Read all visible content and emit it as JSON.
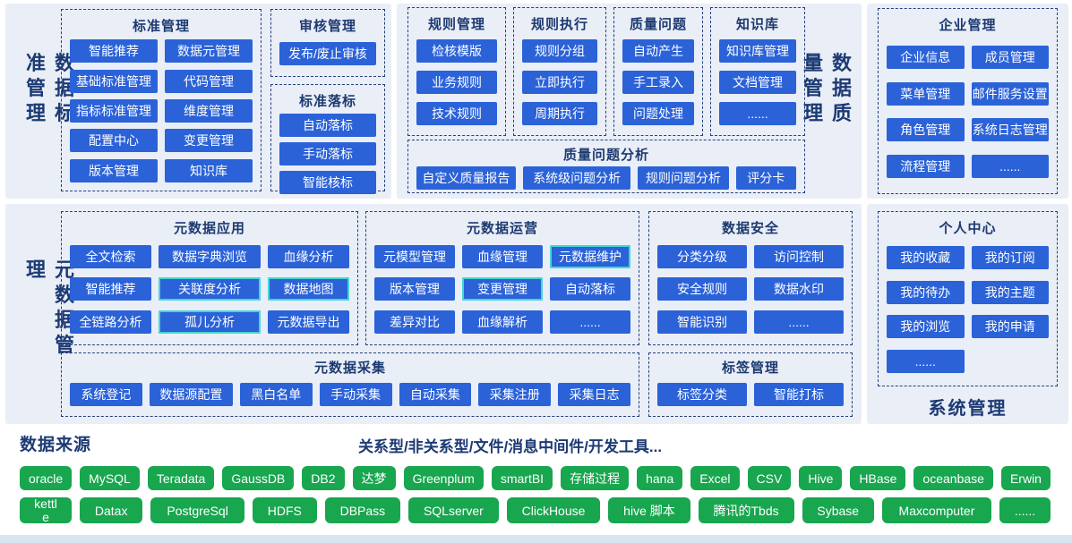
{
  "colors": {
    "module_blue": "#2b62d8",
    "highlight_cyan": "#43d8d2",
    "source_green": "#18a64f",
    "navy_text": "#1d3a70",
    "panel_bg": "#e9eef7",
    "bottom_strip": "#d9e4f1"
  },
  "labels": {
    "data_standard": "数据标准管理",
    "data_quality": "数据质量管理",
    "metadata": "元数据管理",
    "system_mgmt": "系统管理"
  },
  "top": {
    "standard": {
      "title": "标准管理",
      "items": [
        "智能推荐",
        "数据元管理",
        "基础标准管理",
        "代码管理",
        "指标标准管理",
        "维度管理",
        "配置中心",
        "变更管理",
        "版本管理",
        "知识库"
      ]
    },
    "audit": {
      "title": "审核管理",
      "items": [
        "发布/废止审核"
      ]
    },
    "landing": {
      "title": "标准落标",
      "items": [
        "自动落标",
        "手动落标",
        "智能核标"
      ]
    },
    "rule_mgmt": {
      "title": "规则管理",
      "items": [
        "检核模版",
        "业务规则",
        "技术规则"
      ]
    },
    "rule_exec": {
      "title": "规则执行",
      "items": [
        "规则分组",
        "立即执行",
        "周期执行"
      ]
    },
    "issue": {
      "title": "质量问题",
      "items": [
        "自动产生",
        "手工录入",
        "问题处理"
      ]
    },
    "kb": {
      "title": "知识库",
      "items": [
        "知识库管理",
        "文档管理",
        "......"
      ]
    },
    "analysis": {
      "title": "质量问题分析",
      "items": [
        "自定义质量报告",
        "系统级问题分析",
        "规则问题分析",
        "评分卡"
      ]
    },
    "enterprise": {
      "title": "企业管理",
      "items": [
        "企业信息",
        "成员管理",
        "菜单管理",
        "邮件服务设置",
        "角色管理",
        "系统日志管理",
        "流程管理",
        "......"
      ]
    }
  },
  "middle": {
    "app": {
      "title": "元数据应用",
      "items": [
        "全文检索",
        "数据字典浏览",
        "血缘分析",
        "智能推荐",
        "关联度分析",
        "数据地图",
        "全链路分析",
        "孤儿分析",
        "元数据导出"
      ]
    },
    "ops": {
      "title": "元数据运营",
      "items": [
        "元模型管理",
        "血缘管理",
        "元数据维护",
        "版本管理",
        "变更管理",
        "自动落标",
        "差异对比",
        "血缘解析",
        "......"
      ]
    },
    "security": {
      "title": "数据安全",
      "items": [
        "分类分级",
        "访问控制",
        "安全规则",
        "数据水印",
        "智能识别",
        "......"
      ]
    },
    "collect": {
      "title": "元数据采集",
      "items": [
        "系统登记",
        "数据源配置",
        "黑白名单",
        "手动采集",
        "自动采集",
        "采集注册",
        "采集日志"
      ]
    },
    "tags": {
      "title": "标签管理",
      "items": [
        "标签分类",
        "智能打标"
      ]
    },
    "personal": {
      "title": "个人中心",
      "items": [
        "我的收藏",
        "我的订阅",
        "我的待办",
        "我的主题",
        "我的浏览",
        "我的申请",
        "......"
      ]
    }
  },
  "bottom": {
    "title": "数据来源",
    "subtitle": "关系型/非关系型/文件/消息中间件/开发工具...",
    "row1": [
      "oracle",
      "MySQL",
      "Teradata",
      "GaussDB",
      "DB2",
      "达梦",
      "Greenplum",
      "smartBI",
      "存储过程",
      "hana",
      "Excel",
      "CSV",
      "Hive",
      "HBase",
      "oceanbase",
      "Erwin"
    ],
    "row2": [
      "kettle",
      "Datax",
      "PostgreSql",
      "HDFS",
      "DBPass",
      "SQLserver",
      "ClickHouse",
      "hive 脚本",
      "腾讯的Tbds",
      "Sybase",
      "Maxcomputer",
      "......"
    ]
  }
}
